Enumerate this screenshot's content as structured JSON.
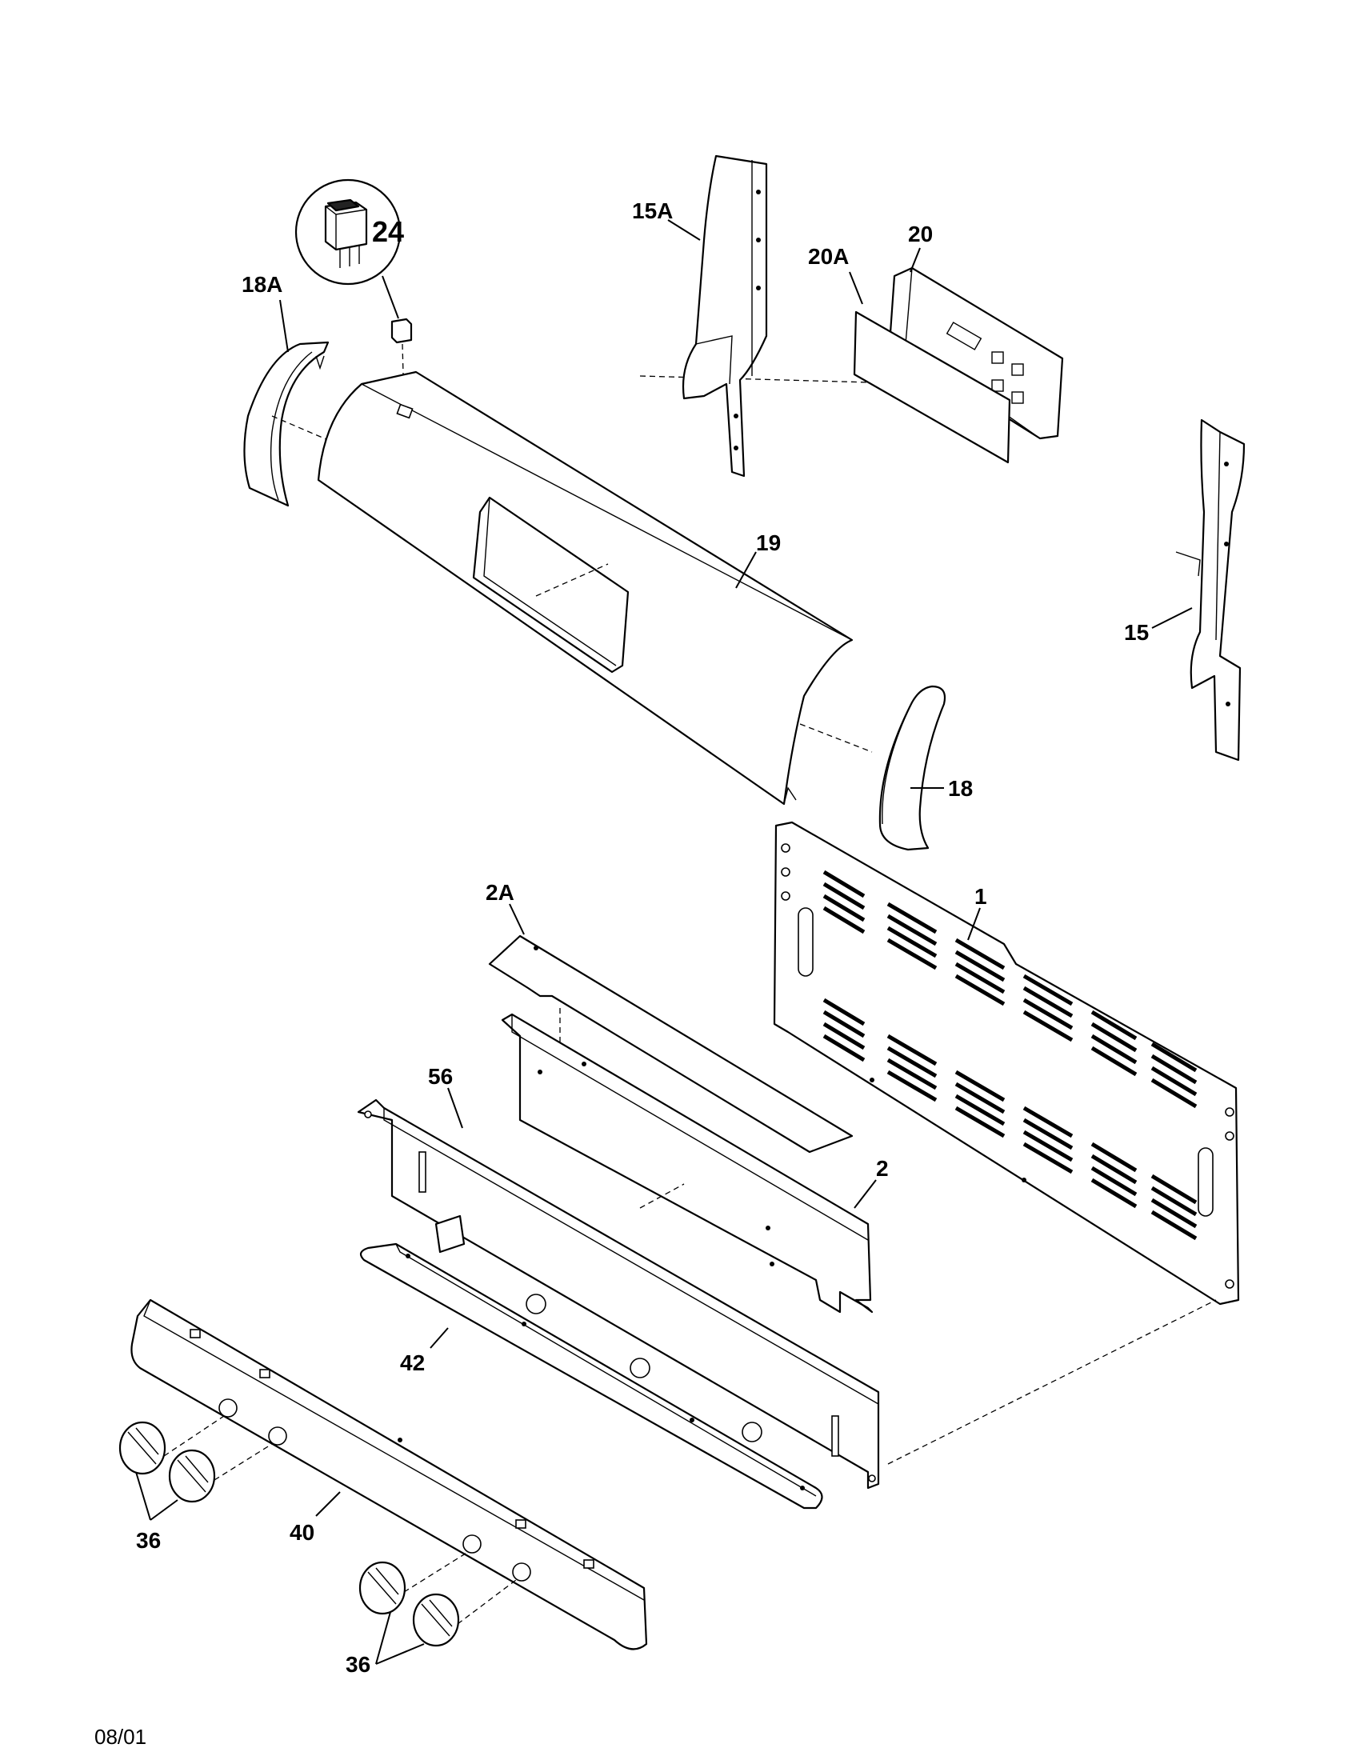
{
  "diagram": {
    "callouts": {
      "p1": "1",
      "p2": "2",
      "p2a": "2A",
      "p15": "15",
      "p15a": "15A",
      "p18": "18",
      "p18a": "18A",
      "p19": "19",
      "p20": "20",
      "p20a": "20A",
      "p24": "24",
      "p36_left": "36",
      "p36_right": "36",
      "p40": "40",
      "p42": "42",
      "p56": "56"
    },
    "revision_date": "08/01"
  }
}
